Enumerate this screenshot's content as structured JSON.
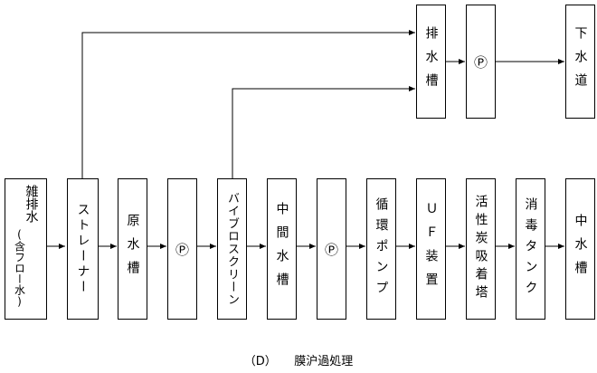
{
  "caption": "（D）　　膜沪過処理",
  "boxes": {
    "zatsu": {
      "main": "雑排水",
      "sub": "(含フロー水)"
    },
    "strainer": "ストレーナー",
    "genmizu": "原水槽",
    "pump1": "Ⓟ",
    "vibro": "バイブロスクリーン",
    "chukan": "中間水槽",
    "pump2": "Ⓟ",
    "junkan": "循環ポンプ",
    "uf": "ＵＦ装置",
    "kasseitan": "活性炭吸着塔",
    "shodoku": "消毒タンク",
    "chusui": "中水槽",
    "haisui": "排水槽",
    "pump3": "Ⓟ",
    "gesui": "下水道"
  }
}
